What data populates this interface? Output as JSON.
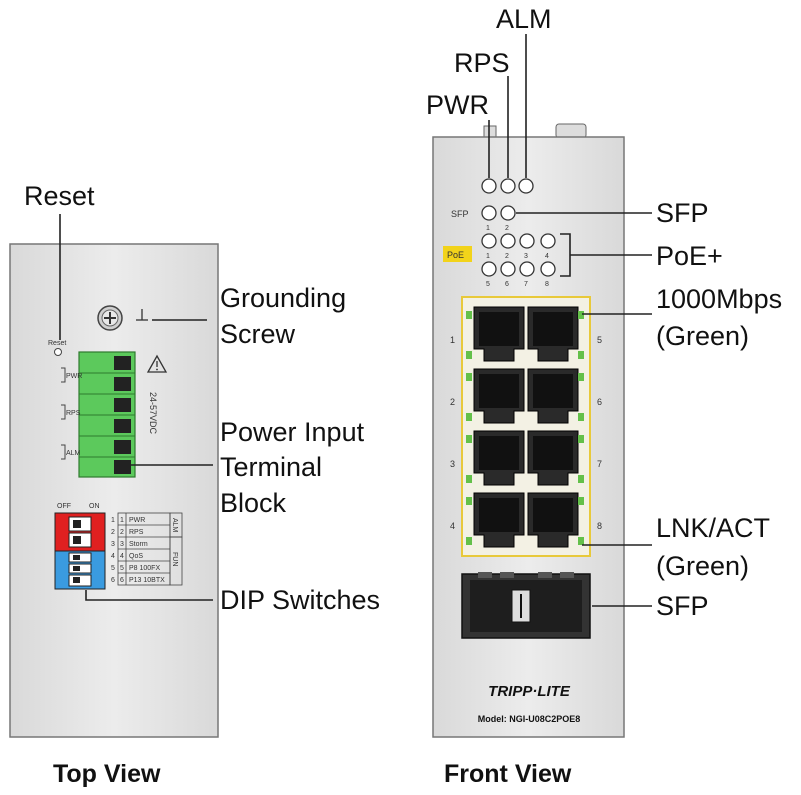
{
  "top_view": {
    "caption": "Top View",
    "callouts": {
      "reset": "Reset",
      "grounding_1": "Grounding",
      "grounding_2": "Screw",
      "power_1": "Power Input",
      "power_2": "Terminal",
      "power_3": "Block",
      "dip": "DIP Switches"
    },
    "panel": {
      "reset_label": "Reset",
      "voltage": "24-57VDC",
      "terminal_labels": [
        "PWR",
        "RPS",
        "ALM"
      ],
      "dip_header_off": "OFF",
      "dip_header_on": "ON",
      "dip_rows": [
        {
          "num": "1",
          "label": "PWR"
        },
        {
          "num": "2",
          "label": "RPS"
        },
        {
          "num": "3",
          "label": "Storm"
        },
        {
          "num": "4",
          "label": "QoS"
        },
        {
          "num": "5",
          "label": "P8 100FX"
        },
        {
          "num": "6",
          "label": "P13 10BTX"
        }
      ],
      "dip_groups": [
        "ALM",
        "FUN"
      ]
    }
  },
  "front_view": {
    "caption": "Front View",
    "callouts": {
      "alm": "ALM",
      "rps": "RPS",
      "pwr": "PWR",
      "sfp_led": "SFP",
      "poe": "PoE+",
      "speed_1": "1000Mbps",
      "speed_2": "(Green)",
      "lnk_1": "LNK/ACT",
      "lnk_2": "(Green)",
      "sfp_port": "SFP"
    },
    "panel": {
      "sfp_small": "SFP",
      "sfp_led_nums": [
        "1",
        "2"
      ],
      "poe_badge": "PoE",
      "poe_top_nums": [
        "1",
        "2",
        "3",
        "4"
      ],
      "poe_bottom_nums": [
        "5",
        "6",
        "7",
        "8"
      ],
      "port_left_nums": [
        "1",
        "2",
        "3",
        "4"
      ],
      "port_right_nums": [
        "5",
        "6",
        "7",
        "8"
      ],
      "brand": "TRIPP·LITE",
      "model": "Model: NGI-U08C2POE8"
    }
  },
  "colors": {
    "panel": "#e6e6e6",
    "terminal_green": "#5cc95c",
    "dip_red": "#e02020",
    "dip_blue": "#3a9be0",
    "poe_yellow": "#f2d31a",
    "port_led_green": "#64c04a",
    "port_outline_yellow": "#e8c93a"
  }
}
